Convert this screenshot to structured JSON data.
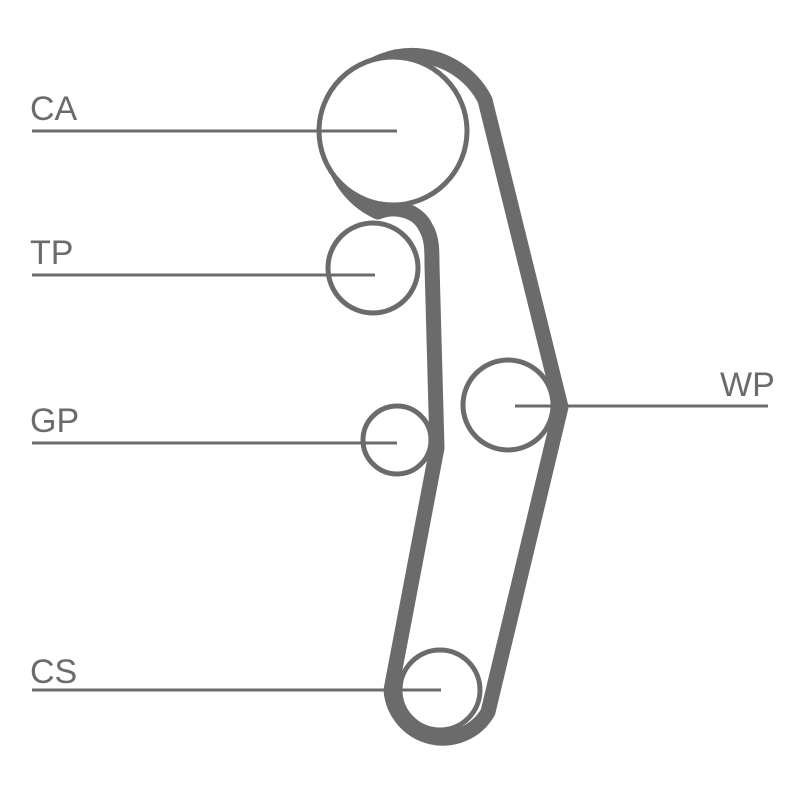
{
  "colors": {
    "belt": "#6b6b6b",
    "line": "#6b6b6b",
    "text": "#6b6b6b",
    "background": "#ffffff"
  },
  "labels": {
    "ca": "CA",
    "tp": "TP",
    "gp": "GP",
    "wp": "WP",
    "cs": "CS"
  }
}
